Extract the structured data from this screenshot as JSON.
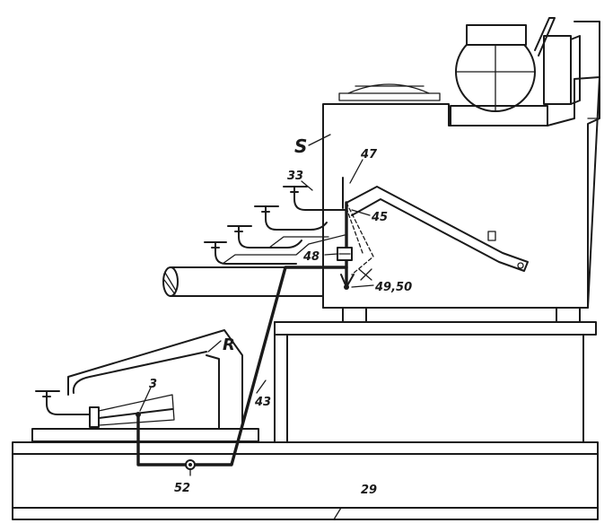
{
  "labels": {
    "s": "S",
    "n47": "47",
    "n33": "33",
    "n45": "45",
    "n48": "48",
    "n4950": "49,50",
    "r": "R",
    "n3": "3",
    "n43": "43",
    "n52": "52",
    "n29": "29"
  },
  "colors": {
    "ink": "#1a1a1a",
    "paper": "#ffffff"
  }
}
